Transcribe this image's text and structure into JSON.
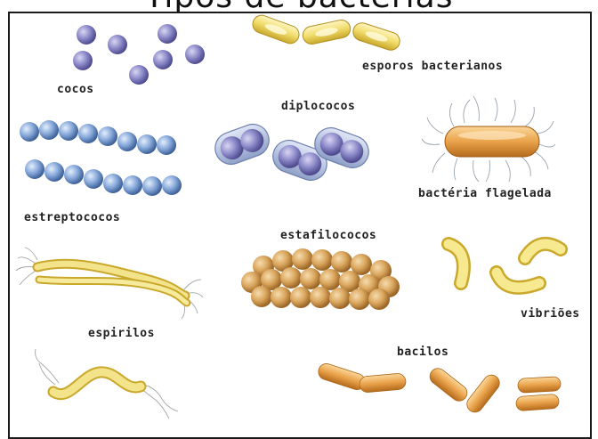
{
  "title": "Tipos de bactérias",
  "labels": {
    "cocos": "cocos",
    "esporos": "esporos bacterianos",
    "diplococos": "diplococos",
    "flagelada": "bactéria flagelada",
    "estreptococos": "estreptococos",
    "estafilococos": "estafilococos",
    "espirilos": "espirilos",
    "vibrioes": "vibriões",
    "bacilos": "bacilos"
  },
  "colors": {
    "cocci": "#8c89c9",
    "cocci_dark": "#5b58a0",
    "strepto": "#7fa2d6",
    "strepto_dark": "#4d6fa8",
    "yellow": "#f0dc6a",
    "yellow_dark": "#c9a82c",
    "orange": "#e9a24a",
    "orange_dark": "#b56b1c",
    "staph": "#d7a35a",
    "staph_dark": "#a06b2a",
    "capsule": "#a9b9dc",
    "frame": "#1a1a1a"
  },
  "icons": {
    "cocos": "cocci-cluster-icon",
    "esporos": "spore-rods-icon",
    "diplococos": "diplococci-icon",
    "flagelada": "flagellated-bacterium-icon",
    "estreptococos": "streptococci-chain-icon",
    "estafilococos": "staphylococci-cluster-icon",
    "espirilos": "spirilla-icon",
    "vibrioes": "vibrio-icon",
    "bacilos": "bacilli-icon"
  }
}
